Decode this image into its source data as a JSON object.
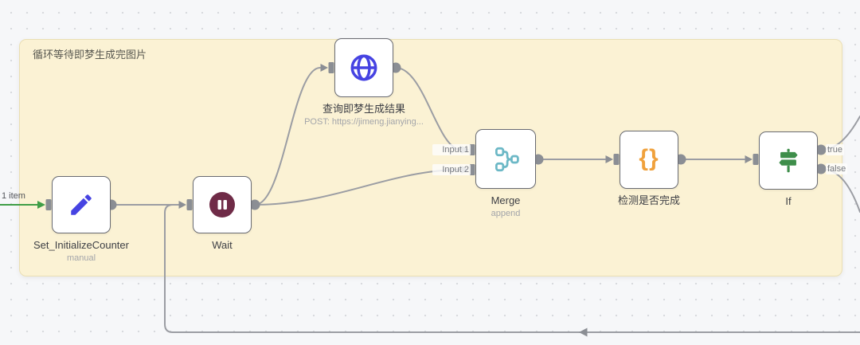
{
  "sticky": {
    "title": "循环等待即梦生成完图片"
  },
  "connection_labels": {
    "item_count": "1 item"
  },
  "nodes": [
    {
      "id": "set-initialize-counter",
      "name": "Set_InitializeCounter",
      "subtitle": "manual",
      "icon": "pencil"
    },
    {
      "id": "wait",
      "name": "Wait",
      "icon": "pause"
    },
    {
      "id": "query-jimeng-result",
      "name": "查询即梦生成结果",
      "subtitle": "POST: https://jimeng.jianying...",
      "icon": "globe"
    },
    {
      "id": "merge",
      "name": "Merge",
      "subtitle": "append",
      "icon": "merge",
      "inputs": [
        "Input 1",
        "Input 2"
      ]
    },
    {
      "id": "check-if-complete",
      "name": "检测是否完成",
      "icon": "braces"
    },
    {
      "id": "if",
      "name": "If",
      "icon": "signpost",
      "outputs": [
        "true",
        "false"
      ]
    }
  ],
  "icons": {
    "braces_glyph": "{}"
  },
  "colors": {
    "sticky_fill": "#fbf2d4",
    "edge_gray": "#9b9da3",
    "port_gray": "#8b8e94",
    "success_green": "#3f9e47",
    "icon_blue": "#4643e2",
    "icon_maroon": "#6f2b47",
    "icon_teal": "#6cb8c6",
    "icon_orange": "#f0a13c",
    "icon_green": "#3e8e4a"
  }
}
